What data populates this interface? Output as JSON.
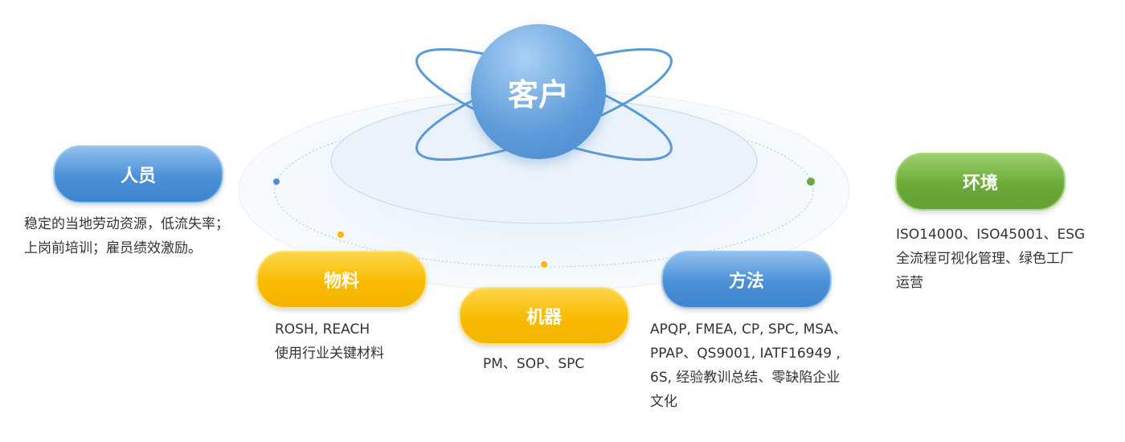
{
  "center": {
    "label": "客户"
  },
  "nodes": [
    {
      "label": "人员",
      "desc": "稳定的当地劳动资源，低流失率；\n上岗前培训；雇员绩效激励。",
      "color": "#4b8fd6"
    },
    {
      "label": "物料",
      "desc": "ROSH, REACH\n使用行业关键材料",
      "color": "#f7bb00"
    },
    {
      "label": "机器",
      "desc": "PM、SOP、SPC",
      "color": "#f7bb00"
    },
    {
      "label": "方法",
      "desc": "APQP, FMEA, CP, SPC, MSA、\nPPAP、QS9001, IATF16949 ,\n6S, 经验教训总结、零缺陷企业\n文化",
      "color": "#4b8fd6"
    },
    {
      "label": "环境",
      "desc": "ISO14000、ISO45001、ESG\n全流程可视化管理、绿色工厂\n运营",
      "color": "#6caa3a"
    }
  ]
}
